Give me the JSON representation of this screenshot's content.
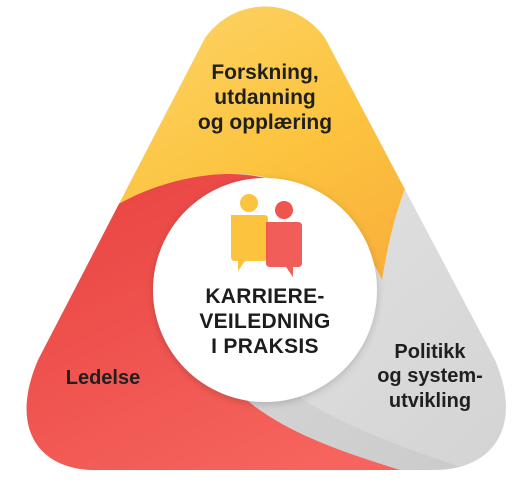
{
  "diagram": {
    "segments": [
      {
        "label_lines": [
          "Forskning,",
          "utdanning",
          "og opplæring"
        ],
        "color": "#fcc33e"
      },
      {
        "label_lines": [
          "Politikk",
          "og system-",
          "utvikling"
        ],
        "color": "#d9d9d9"
      },
      {
        "label_lines": [
          "Ledelse"
        ],
        "color": "#f0544f"
      }
    ],
    "center": {
      "title_lines": [
        "KARRIERE-",
        "VEILEDNING",
        "I PRAKSIS"
      ],
      "icon": "two-people-speech-icon"
    }
  }
}
